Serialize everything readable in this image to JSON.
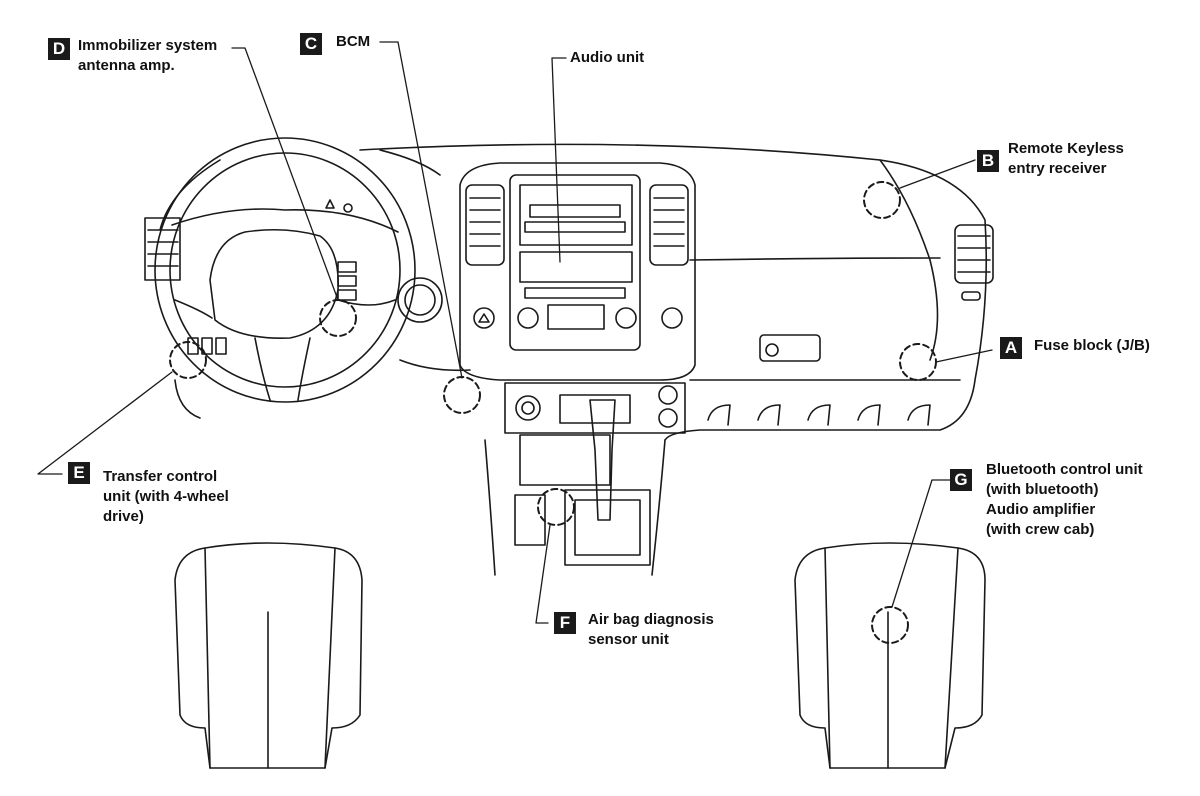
{
  "callouts": {
    "D": {
      "letter": "D",
      "line1": "Immobilizer system",
      "line2": "antenna amp."
    },
    "C": {
      "letter": "C",
      "line1": "BCM"
    },
    "audio": {
      "line1": "Audio unit"
    },
    "B": {
      "letter": "B",
      "line1": "Remote Keyless",
      "line2": "entry receiver"
    },
    "A": {
      "letter": "A",
      "line1": "Fuse block (J/B)"
    },
    "E": {
      "letter": "E",
      "line1": "Transfer control",
      "line2": "unit (with 4-wheel",
      "line3": "drive)"
    },
    "F": {
      "letter": "F",
      "line1": "Air bag diagnosis",
      "line2": "sensor unit"
    },
    "G": {
      "letter": "G",
      "line1": "Bluetooth control unit",
      "line2": "(with bluetooth)",
      "line3": "Audio amplifier",
      "line4": "(with crew cab)"
    }
  }
}
